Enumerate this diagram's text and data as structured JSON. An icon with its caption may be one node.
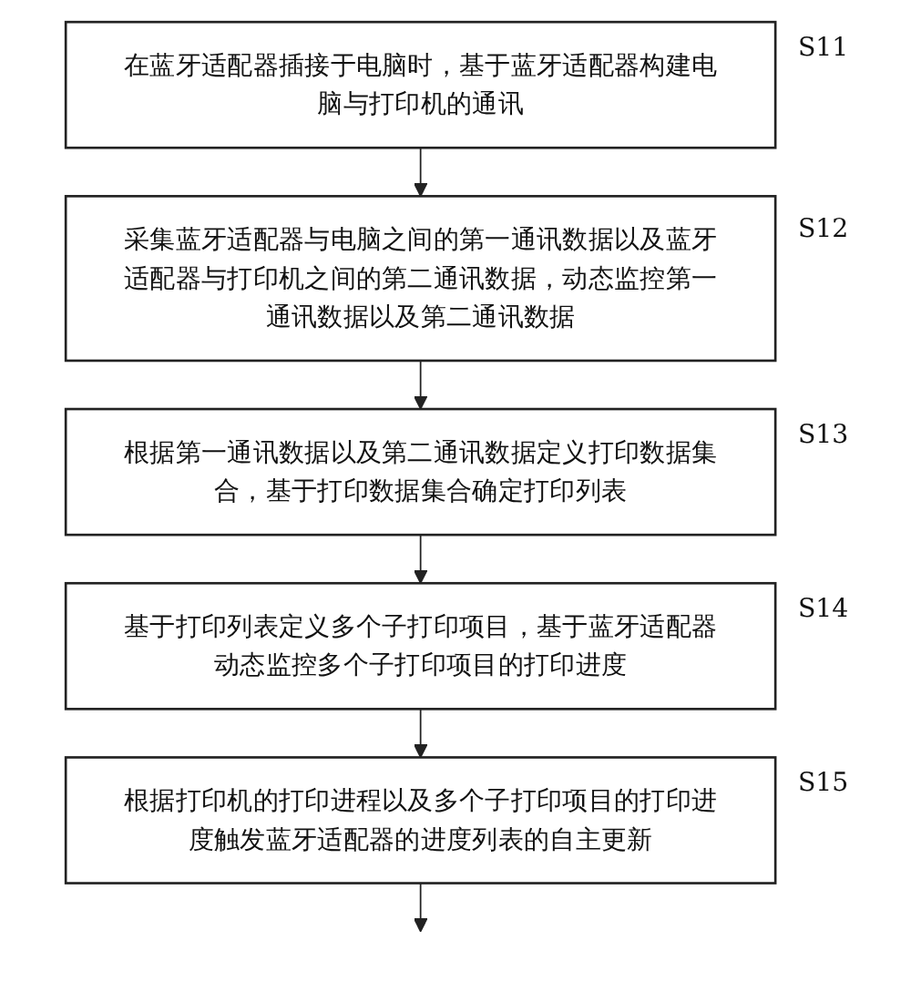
{
  "diagram": {
    "nodes": [
      {
        "text": [
          "在蓝牙适配器插接于电脑时，基于蓝牙适配器构建电脑与打印机的通讯"
        ],
        "beside": [
          "S11"
        ]
      },
      {
        "text": [
          "采集蓝牙适配器与电脑之间的第一通讯数据以及蓝牙适配器与打印机之间的第二通讯数据，动态监控第一通讯数据以及第二通讯数据"
        ],
        "beside": [
          "S12"
        ]
      },
      {
        "text": [
          "根据第一通讯数据以及第二通讯数据定义打印数据集合，基于打印数据集合确定打印列表"
        ],
        "beside": [
          "S13"
        ]
      },
      {
        "text": [
          "基于打印列表定义多个子打印项目，基于蓝牙适配器动态监控多个子打印项目的打印进度"
        ],
        "beside": [
          "S14"
        ]
      },
      {
        "text": [
          "根据打印机的打印进程以及多个子打印项目的打印进度触发蓝牙适配器的进度列表的自主更新"
        ],
        "beside": [
          "S15"
        ]
      }
    ],
    "edges": [
      {
        "from": 0,
        "to": 1,
        "arrow": "to"
      },
      {
        "from": 1,
        "to": 2,
        "arrow": "to"
      },
      {
        "from": 2,
        "to": 3,
        "arrow": "to"
      },
      {
        "from": 3,
        "to": 4,
        "arrow": "to"
      },
      {
        "from": 4,
        "to": null,
        "arrow": "to"
      }
    ]
  }
}
